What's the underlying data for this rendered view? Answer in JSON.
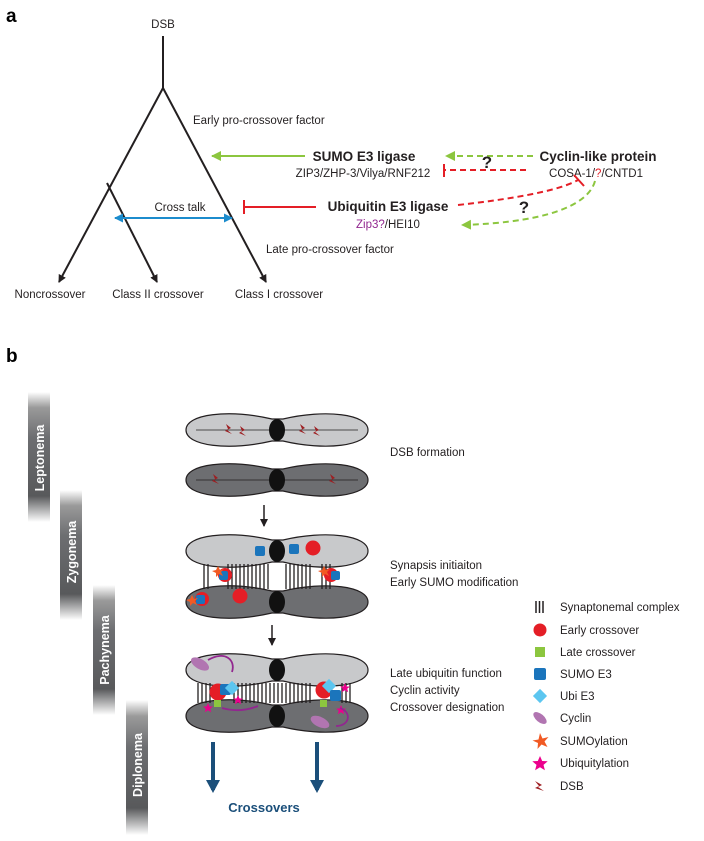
{
  "panel_a": {
    "label": "a",
    "dsb": "DSB",
    "early_factor": "Early pro-crossover factor",
    "late_factor": "Late pro-crossover factor",
    "cross_talk": "Cross talk",
    "sumo_title": "SUMO E3 ligase",
    "sumo_sub": "ZIP3/ZHP-3/Vilya/RNF212",
    "ubi_title": "Ubiquitin E3 ligase",
    "ubi_sub_purple": "Zip3?",
    "ubi_sub_rest": "/HEI10",
    "cyclin_title": "Cyclin-like protein",
    "cyclin_sub_a": "COSA-1/",
    "cyclin_sub_q": "?",
    "cyclin_sub_b": "/CNTD1",
    "q1": "?",
    "q2": "?",
    "outcomes": [
      "Noncrossover",
      "Class II crossover",
      "Class I crossover"
    ]
  },
  "panel_b": {
    "label": "b",
    "stages": [
      "Leptonema",
      "Zygonema",
      "Pachynema",
      "Diplonema"
    ],
    "step1": "DSB formation",
    "step2_line1": "Synapsis initiaiton",
    "step2_line2": "Early SUMO modification",
    "step3_line1": "Late ubiquitin function",
    "step3_line2": "Cyclin activity",
    "step3_line3": "Crossover designation",
    "crossovers": "Crossovers",
    "legend": [
      {
        "label": "Synaptonemal complex",
        "icon": "synaptonemal-complex-icon"
      },
      {
        "label": "Early crossover",
        "icon": "early-crossover-icon"
      },
      {
        "label": "Late crossover",
        "icon": "late-crossover-icon"
      },
      {
        "label": "SUMO E3",
        "icon": "sumo-e3-icon"
      },
      {
        "label": "Ubi E3",
        "icon": "ubi-e3-icon"
      },
      {
        "label": "Cyclin",
        "icon": "cyclin-icon"
      },
      {
        "label": "SUMOylation",
        "icon": "sumoylation-icon"
      },
      {
        "label": "Ubiquitylation",
        "icon": "ubiquitylation-icon"
      },
      {
        "label": "DSB",
        "icon": "dsb-icon"
      }
    ]
  },
  "colors": {
    "green": "#8cc63f",
    "red": "#e41e26",
    "blue_arrow": "#1c8ccd",
    "purple": "#92278f",
    "sumo_e3": "#1b75bc",
    "ubi_e3": "#5cc6f0",
    "sumoylation": "#f15a24",
    "ubiquitylation": "#ec008c",
    "cyclin": "#b175b1",
    "dsb": "#9e1f22",
    "navy": "#1b4f7a"
  }
}
